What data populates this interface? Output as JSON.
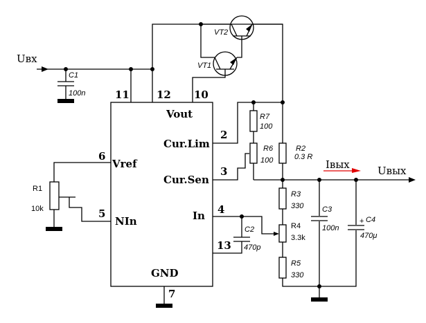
{
  "ic": {
    "vout": "Vout",
    "cur_lim": "Cur.Lim",
    "cur_sen": "Cur.Sen",
    "vref": "Vref",
    "nin": "NIn",
    "in": "In",
    "gnd": "GND",
    "pins": {
      "p11": "11",
      "p12": "12",
      "p10": "10",
      "p2": "2",
      "p3": "3",
      "p6": "6",
      "p5": "5",
      "p4": "4",
      "p13": "13",
      "p7": "7"
    }
  },
  "signals": {
    "uin": "Uвх",
    "uout": "Uвых",
    "iout": "Iвых"
  },
  "components": {
    "C1": {
      "name": "C1",
      "value": "100n"
    },
    "C2": {
      "name": "C2",
      "value": "470p"
    },
    "C3": {
      "name": "C3",
      "value": "100n"
    },
    "C4": {
      "name": "C4",
      "value": "470μ",
      "polarity": "+"
    },
    "R1": {
      "name": "R1",
      "value": "10k"
    },
    "R2": {
      "name": "R2",
      "value": "0.3 R"
    },
    "R3": {
      "name": "R3",
      "value": "330"
    },
    "R4": {
      "name": "R4",
      "value": "3.3k"
    },
    "R5": {
      "name": "R5",
      "value": "330"
    },
    "R6": {
      "name": "R6",
      "value": "100"
    },
    "R7": {
      "name": "R7",
      "value": "100"
    },
    "VT1": {
      "name": "VT1"
    },
    "VT2": {
      "name": "VT2"
    }
  },
  "colors": {
    "current_arrow": "#e00000"
  }
}
